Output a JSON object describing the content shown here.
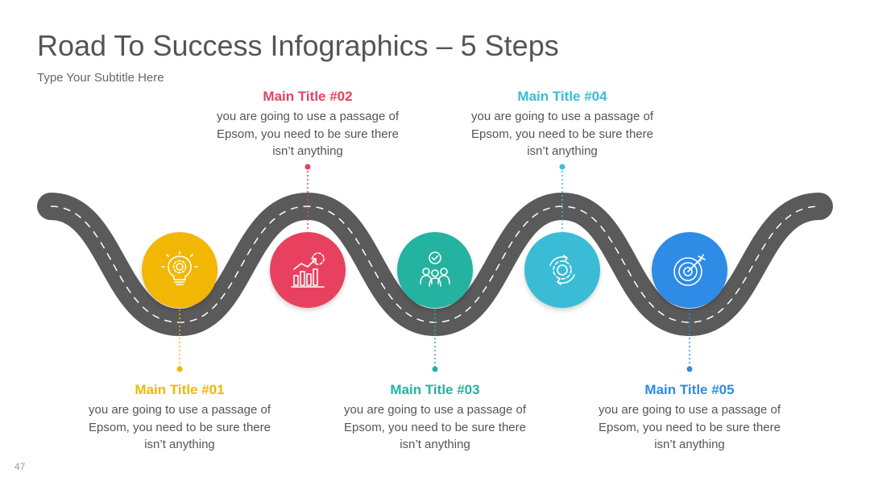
{
  "header": {
    "title": "Road To Success Infographics – 5 Steps",
    "subtitle": "Type Your Subtitle Here"
  },
  "page_number": "47",
  "colors": {
    "road": "#5a5a5a",
    "road_dash": "#ffffff",
    "text": "#555555"
  },
  "steps": [
    {
      "title": "Main Title #01",
      "text": "you are going to use a passage of Epsom, you need to be sure there isn’t anything",
      "color": "#f2b705",
      "icon": "lightbulb-gear-icon"
    },
    {
      "title": "Main Title #02",
      "text": "you are going to use a passage of Epsom, you need to be sure there isn’t anything",
      "color": "#e8415f",
      "icon": "growth-chart-icon"
    },
    {
      "title": "Main Title #03",
      "text": "you are going to use a passage of Epsom, you need to be sure there isn’t anything",
      "color": "#24b3a0",
      "icon": "team-check-icon"
    },
    {
      "title": "Main Title #04",
      "text": "you are going to use a passage of Epsom, you need to be sure there isn’t anything",
      "color": "#3bbcd6",
      "icon": "gear-cycle-icon"
    },
    {
      "title": "Main Title #05",
      "text": "you are going to use a passage of Epsom, you need to be sure there isn’t anything",
      "color": "#2e8be6",
      "icon": "target-icon"
    }
  ]
}
